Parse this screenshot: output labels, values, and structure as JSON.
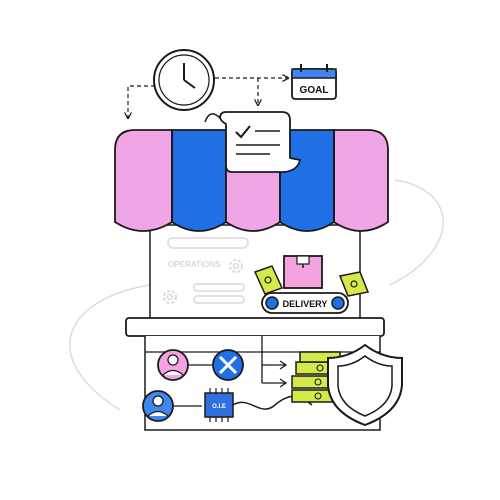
{
  "labels": {
    "goal": "GOAL",
    "delivery": "DELIVERY",
    "operations": "OPERATIONS",
    "chip": "O.I.E"
  },
  "colors": {
    "outline": "#1a1a1a",
    "awning_pink": "#f0a6e6",
    "awning_blue": "#1f6fe5",
    "money_green": "#d7e84a",
    "avatar_pink": "#f4a3e0",
    "avatar_blue": "#3f86f0",
    "chip_blue": "#2f6fe0",
    "faint_gray": "#d9d9d9"
  },
  "icons": [
    "clock-icon",
    "calendar-goal-icon",
    "checklist-receipt-icon",
    "package-box-icon",
    "conveyor-belt-icon",
    "banknote-icon",
    "gear-icon",
    "person-avatar-icon",
    "tools-icon",
    "microchip-icon",
    "money-stack-icon",
    "shield-icon"
  ]
}
